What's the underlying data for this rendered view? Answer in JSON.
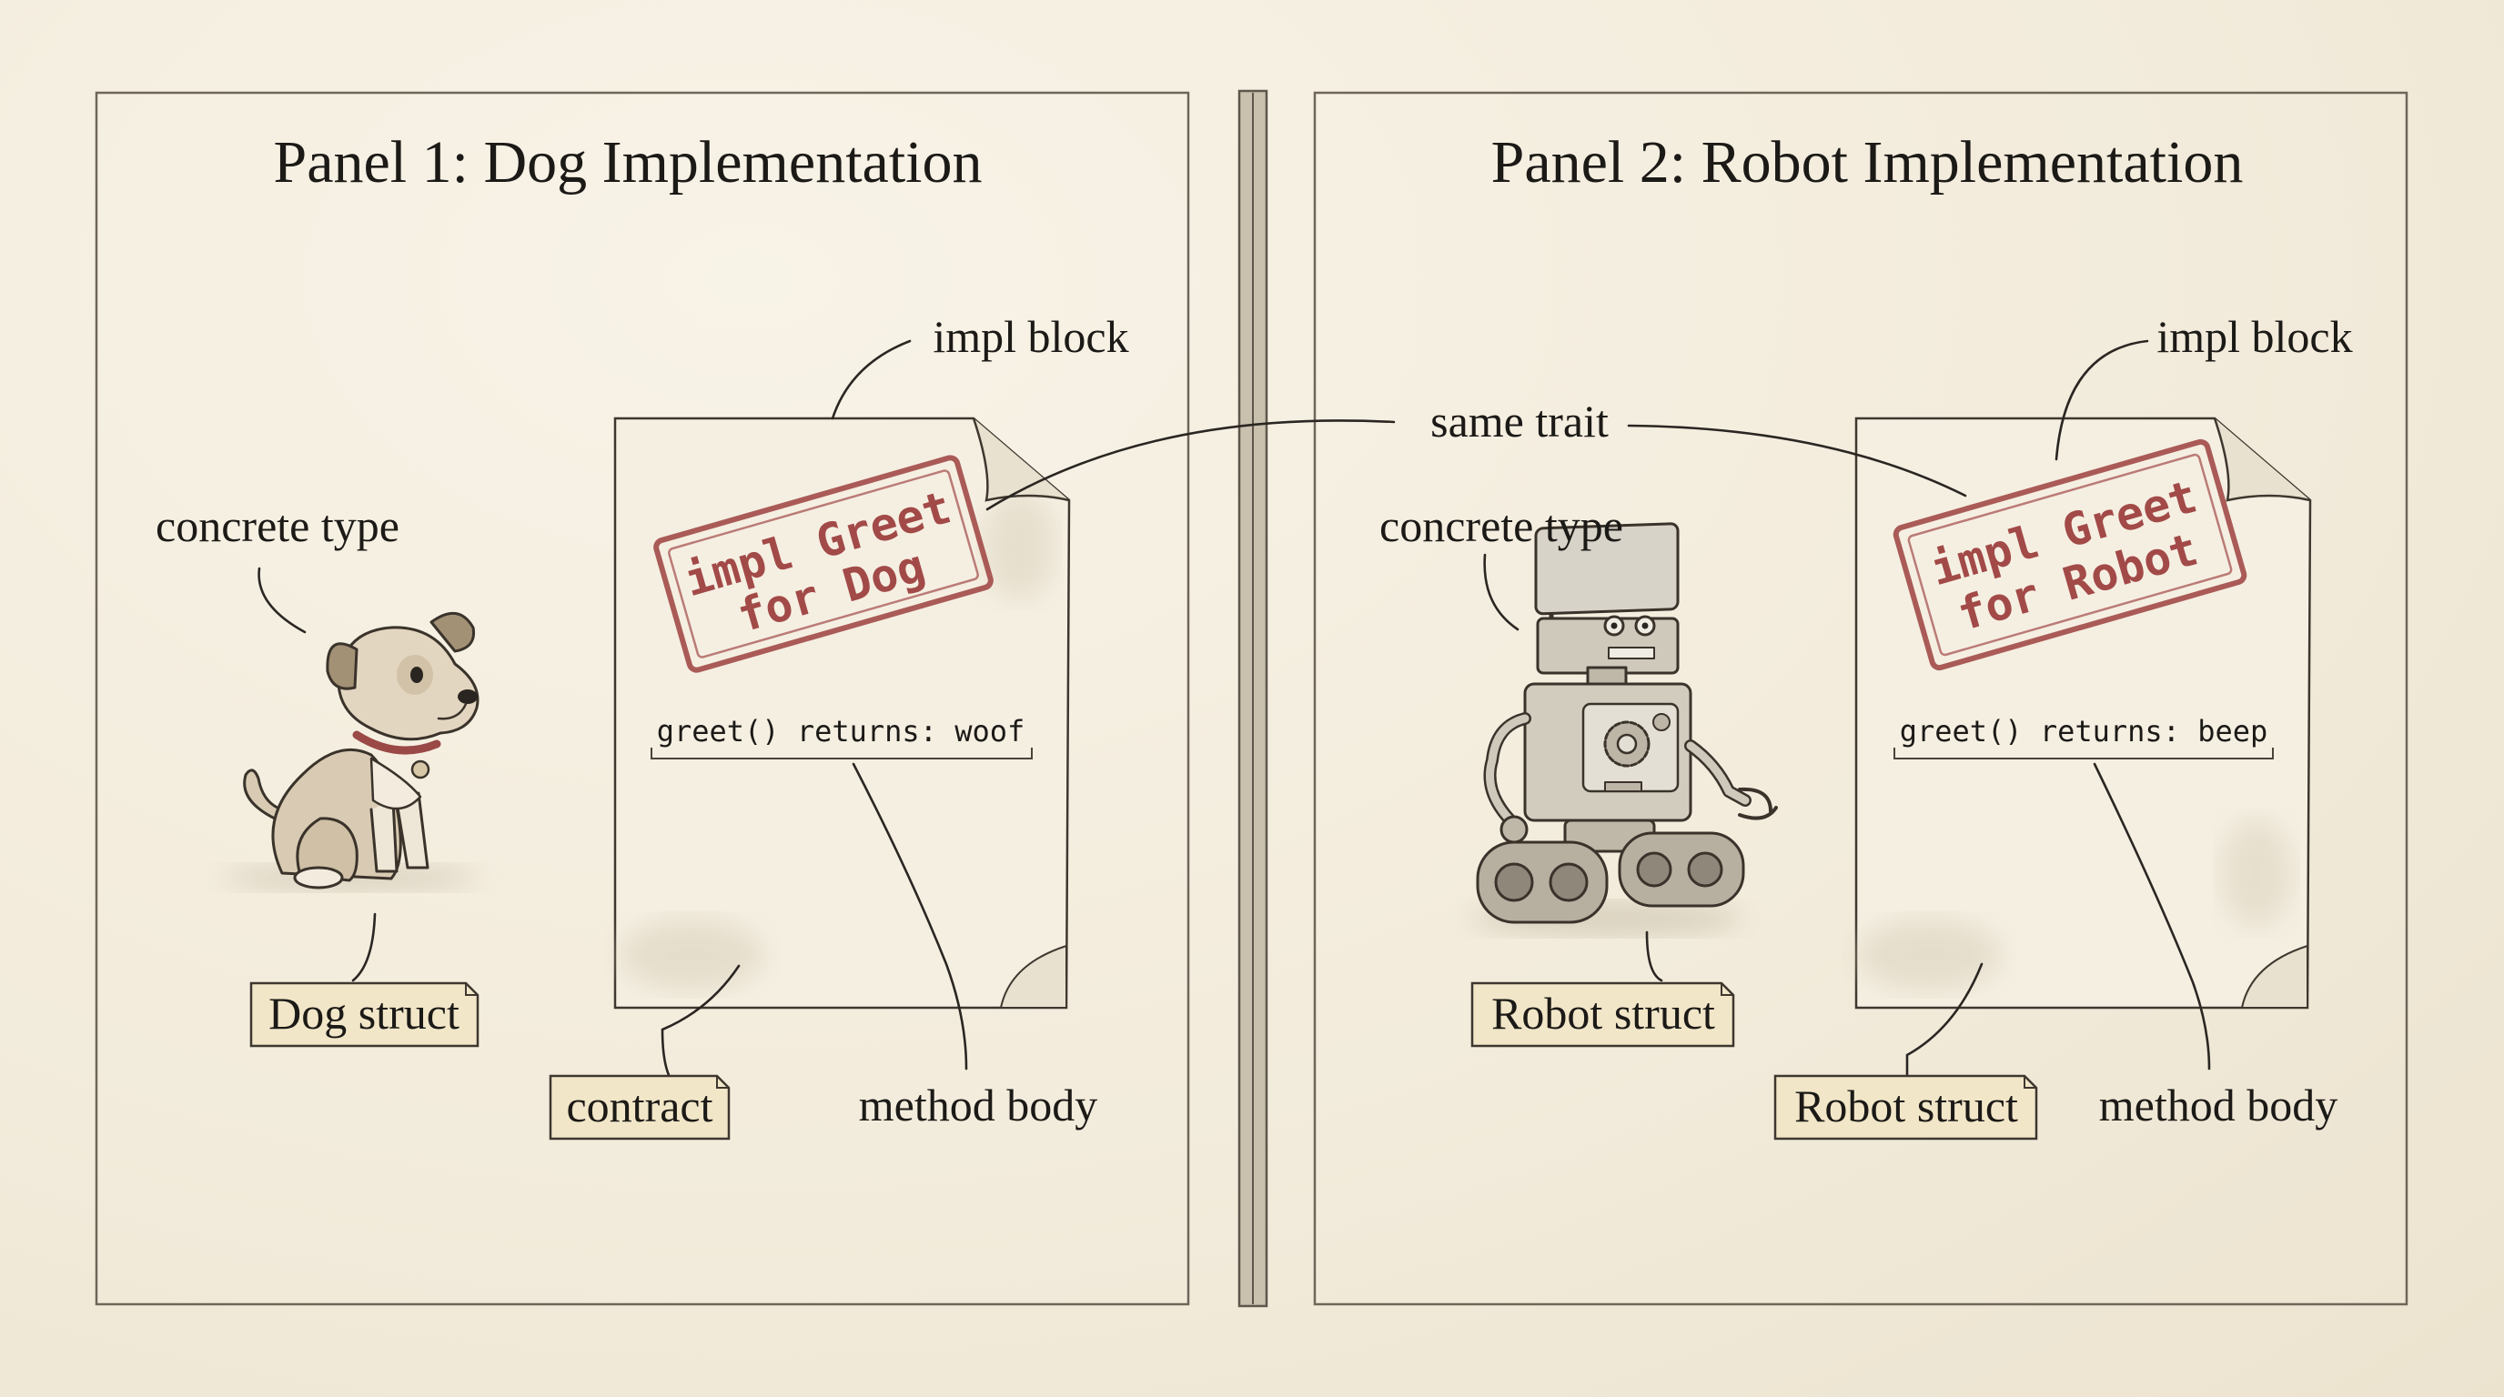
{
  "panels": [
    {
      "title": "Panel 1: Dog Implementation",
      "stamp_line1": "impl Greet",
      "stamp_line2": "for Dog",
      "code": "greet() returns: woof",
      "labels": {
        "impl_block": "impl block",
        "concrete_type": "concrete type",
        "struct_tag": "Dog struct",
        "contract_tag": "contract",
        "method_body": "method body"
      }
    },
    {
      "title": "Panel 2: Robot Implementation",
      "stamp_line1": "impl Greet",
      "stamp_line2": "for Robot",
      "code": "greet() returns: beep",
      "labels": {
        "impl_block": "impl block",
        "concrete_type": "concrete type",
        "struct_tag": "Robot struct",
        "contract_tag": "Robot struct",
        "method_body": "method body"
      }
    }
  ],
  "shared_label": "same trait",
  "colors": {
    "paper": "#f4eee0",
    "ink": "#1c1a17",
    "stamp": "#a24a48",
    "tag_fill": "#f1e6c8"
  },
  "icons": [
    "dog-illustration",
    "robot-illustration"
  ]
}
